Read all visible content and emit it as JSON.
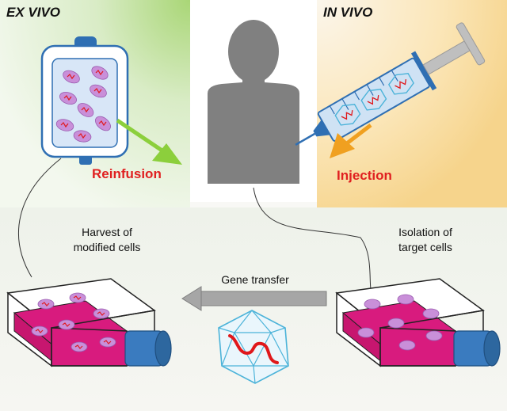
{
  "labels": {
    "ex_vivo": "EX VIVO",
    "in_vivo": "IN VIVO",
    "reinfusion": "Reinfusion",
    "injection": "Injection",
    "harvest_line1": "Harvest of",
    "harvest_line2": "modified cells",
    "isolation_line1": "Isolation of",
    "isolation_line2": "target cells",
    "gene_transfer": "Gene transfer"
  },
  "colors": {
    "ex_vivo_tint": "#d9ecc6",
    "in_vivo_tint": "#fbe6b8",
    "reinfusion_text": "#e02020",
    "injection_text": "#e02020",
    "reinfusion_arrow": "#8ccf3c",
    "injection_arrow": "#f0a020",
    "person": "#808080",
    "cell": "#c98fd9",
    "flask_medium": "#d81b7e",
    "flask_cap": "#3a7bbf",
    "gene_arrow": "#a6a6a6",
    "virus_edge": "#4bb3d9",
    "gene": "#e0181b"
  },
  "icons": [
    "iv-bag-icon",
    "syringe-icon",
    "person-silhouette-icon",
    "culture-flask-icon",
    "viral-vector-icon"
  ]
}
